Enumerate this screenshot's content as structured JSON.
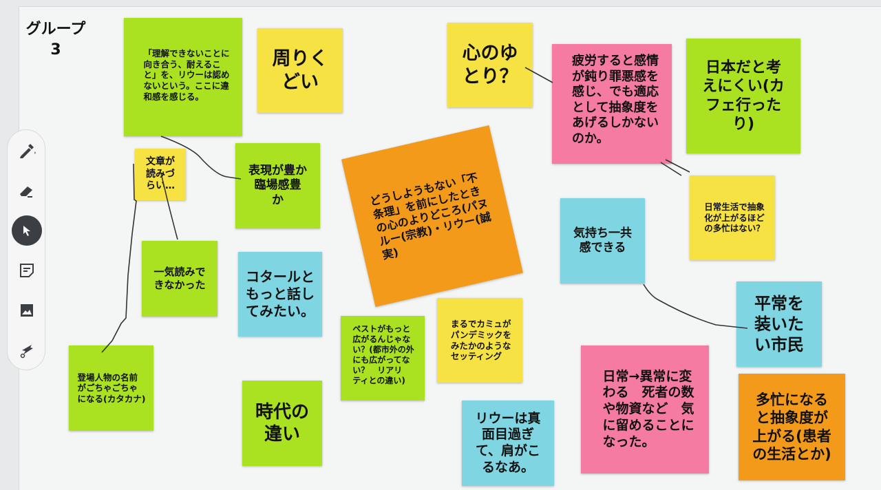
{
  "board": {
    "group_title": "グループ3"
  },
  "toolbar": {
    "tools": [
      "pen",
      "eraser",
      "select",
      "sticky-note",
      "image",
      "laser"
    ],
    "active": "select"
  },
  "notes": [
    {
      "text": "「理解できないことに\n向き合う、耐えるこ\nと」を、リウーは認め\nないという。ここに違\n和感を感じる。",
      "color": "#aae121"
    },
    {
      "text": "周りく\nどい",
      "color": "#f6e243"
    },
    {
      "text": "心のゆ\nとり？",
      "color": "#f6e243"
    },
    {
      "text": "疲労すると感情\nが鈍り罪悪感を\n感じ、でも適応\nとして抽象度を\nあげるしかない\nのか。",
      "color": "#f57ba2"
    },
    {
      "text": "日本だと考\nえにくい(カ\nフェ行った\nり)",
      "color": "#aae121"
    },
    {
      "text": "文章が\n読みづ\nらい…",
      "color": "#f6e243"
    },
    {
      "text": "表現が豊か\n臨場感豊\nか",
      "color": "#aae121"
    },
    {
      "text": "どうしようもない「不\n条理」を前にしたとき\nの心のよりどころ(パヌ\nルー(宗教)・リウー(誠\n実)",
      "color": "#f39a1a"
    },
    {
      "text": "日常生活で抽象\n化が上がるほど\nの多忙はない？",
      "color": "#f6e243"
    },
    {
      "text": "気持ち一共\n感できる",
      "color": "#7fd6e2"
    },
    {
      "text": "一気読みで\nきなかった",
      "color": "#aae121"
    },
    {
      "text": "コタールと\nもっと話し\nてみたい。",
      "color": "#7fd6e2"
    },
    {
      "text": "平常を\n装いた\nい市民",
      "color": "#7fd6e2"
    },
    {
      "text": "登場人物の名前\nがごちゃごちゃ\nになる(カタカナ)",
      "color": "#aae121"
    },
    {
      "text": "ペストがもっと\n広がるんじゃな\nい？(都市外の外\nにも広がってな\nい？　リアリ\nティとの違い)",
      "color": "#aae121"
    },
    {
      "text": "まるでカミュが\nパンデミックを\nみたかのような\nセッティング",
      "color": "#f6e243"
    },
    {
      "text": "時代の\n違い",
      "color": "#aae121"
    },
    {
      "text": "日常→異常に変\nわる　死者の数\nや物資など　気\nに留めることに\nなった。",
      "color": "#f57ba2"
    },
    {
      "text": "リウーは真\n面目過ぎ\nて、肩がこ\nるなあ。",
      "color": "#7fd6e2"
    },
    {
      "text": "多忙になる\nと抽象度が\n上がる(患者\nの生活とか)",
      "color": "#f39a1a"
    }
  ]
}
